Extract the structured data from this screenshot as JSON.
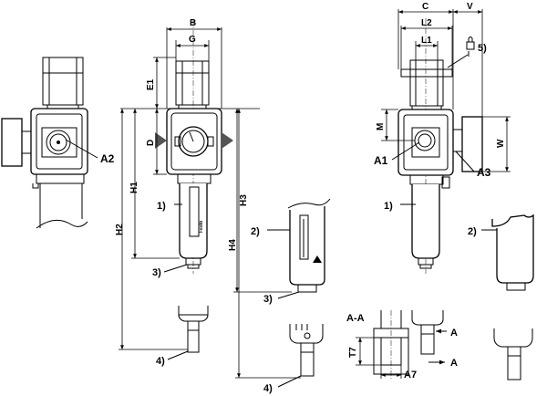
{
  "dimensions": {
    "B": "B",
    "G": "G",
    "C": "C",
    "L2": "L2",
    "V": "V",
    "L1": "L1",
    "E1": "E1",
    "D": "D",
    "M": "M",
    "W": "W",
    "H1": "H1",
    "H2": "H2",
    "H3": "H3",
    "H4": "H4",
    "T7": "T7",
    "A7": "A7"
  },
  "callouts": {
    "c1": "1)",
    "c2": "2)",
    "c3": "3)",
    "c4": "4)",
    "c5": "5)",
    "A1": "A1",
    "A2": "A2",
    "A3": "A3",
    "A": "A"
  },
  "section": {
    "label": "A-A"
  },
  "product_print": "Festo"
}
